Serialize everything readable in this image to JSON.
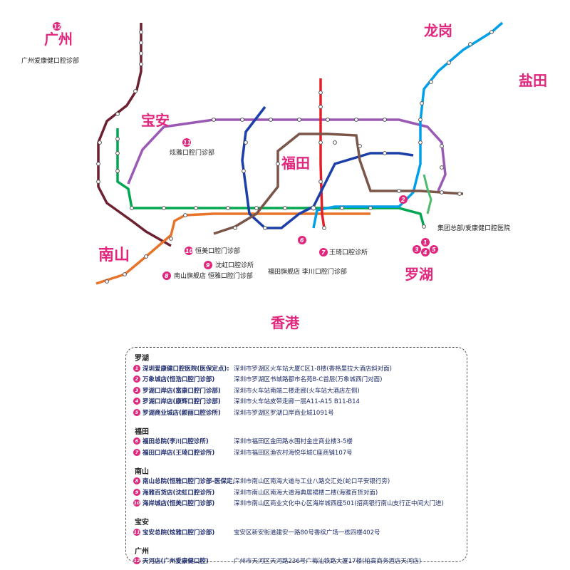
{
  "districts": {
    "guangzhou": "广州",
    "baoan": "宝安",
    "futian": "福田",
    "nanshan": "南山",
    "longgang": "龙岗",
    "yantian": "盐田",
    "luohu": "罗湖",
    "hongkong": "香港"
  },
  "map_labels": {
    "guangzhou_clinic": "广州爱康健口腔诊部",
    "baoan_clinic": "炫雅口腔门诊部",
    "hq": "集团总部/爱康健口腔医院",
    "wangqi": "王琦口腔诊所",
    "futian_flagship": "福田旗舰店 李川口腔门诊部",
    "hengmei": "恒美口腔门诊部",
    "shenhong": "沈虹口腔诊所",
    "nanshan_flagship": "南山旗舰店 恒雅口腔门诊部"
  },
  "legend": [
    {
      "title": "罗湖",
      "rows": [
        {
          "n": "1",
          "name": "深圳爱康健口腔医院(医保定点):",
          "addr": "深圳市罗湖区火车站大厦C区1-8楼(香格里拉大酒店斜对面)"
        },
        {
          "n": "2",
          "name": "万象城店(恒浩口腔门诊部)",
          "addr": "深圳市罗湖区书城路都市名苑B-C首层(万象城西门对面)"
        },
        {
          "n": "3",
          "name": "罗湖口岸店(富康口腔门诊部)",
          "addr": "深圳市火车站南端二楼走廊(火车站大酒店左侧)"
        },
        {
          "n": "4",
          "name": "罗湖口岸店(康辉口腔门诊部)",
          "addr": "深圳市火车站皮带走廊一层A11-A15 B11-B14"
        },
        {
          "n": "5",
          "name": "罗湖商业城店(颜丽口腔诊所)",
          "addr": "深圳市罗湖区罗湖口岸商业城1091号"
        }
      ]
    },
    {
      "title": "福田",
      "rows": [
        {
          "n": "6",
          "name": "福田总院(李川口腔诊所)",
          "addr": "深圳市福田区金田路水围村金庄商业楼3-5楼"
        },
        {
          "n": "7",
          "name": "福田口岸店(王琦口腔诊所)",
          "addr": "深圳市福田区渔农村海悦华城C座商铺107号"
        }
      ]
    },
    {
      "title": "南山",
      "rows": [
        {
          "n": "8",
          "name": "南山总院(恒雅口腔门诊部-医保定点)",
          "addr": "深圳市南山区南海大道与工业八路交汇处(蛇口平安银行旁)"
        },
        {
          "n": "9",
          "name": "海雅百货店(沈虹口腔诊所)",
          "addr": "深圳市南山区南海大道海典居裙楼二楼(海雅百货对面)"
        },
        {
          "n": "10",
          "name": "海岸城店(恒美口腔门诊部)",
          "addr": "深圳市南山区商业文化中心区海岸城西座501(招商银行南山支行正中间大门进)"
        }
      ]
    },
    {
      "title": "宝安",
      "rows": [
        {
          "n": "11",
          "name": "宝安总院(炫雅口腔门诊部)",
          "addr": "宝安区新安街道建安一路80号香缤广场一栋四楼402号"
        }
      ]
    },
    {
      "title": "广州",
      "rows": [
        {
          "n": "12",
          "name": "天河店(广州爱康健口腔)",
          "addr": "广州市天河区天河路236号广梅汕铁路大厦17楼(柏高商务酒店天河店)"
        }
      ]
    }
  ],
  "colors": {
    "accent": "#e0267d",
    "line1": "#00a651",
    "line2": "#e8732a",
    "line3": "#00a0e9",
    "line4": "#e41e26",
    "line5": "#9b59b6",
    "line7": "#1c3ea8",
    "line9": "#7a5548",
    "line11": "#6d2030"
  }
}
